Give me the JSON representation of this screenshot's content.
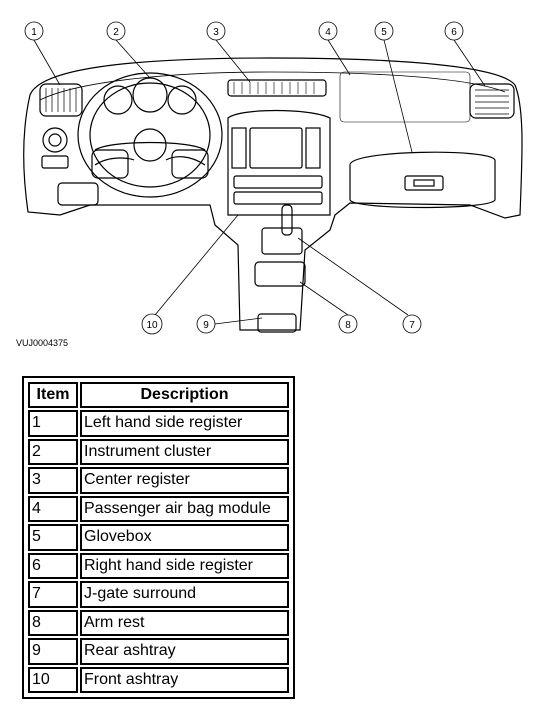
{
  "diagram": {
    "reference_code": "VUJ0004375",
    "callouts": [
      "1",
      "2",
      "3",
      "4",
      "5",
      "6",
      "7",
      "8",
      "9",
      "10"
    ]
  },
  "legend": {
    "headers": {
      "item": "Item",
      "description": "Description"
    },
    "rows": [
      {
        "item": "1",
        "description": "Left hand side register"
      },
      {
        "item": "2",
        "description": "Instrument cluster"
      },
      {
        "item": "3",
        "description": "Center register"
      },
      {
        "item": "4",
        "description": "Passenger air bag module"
      },
      {
        "item": "5",
        "description": "Glovebox"
      },
      {
        "item": "6",
        "description": "Right hand side register"
      },
      {
        "item": "7",
        "description": "J-gate surround"
      },
      {
        "item": "8",
        "description": "Arm rest"
      },
      {
        "item": "9",
        "description": "Rear ashtray"
      },
      {
        "item": "10",
        "description": "Front ashtray"
      }
    ]
  }
}
